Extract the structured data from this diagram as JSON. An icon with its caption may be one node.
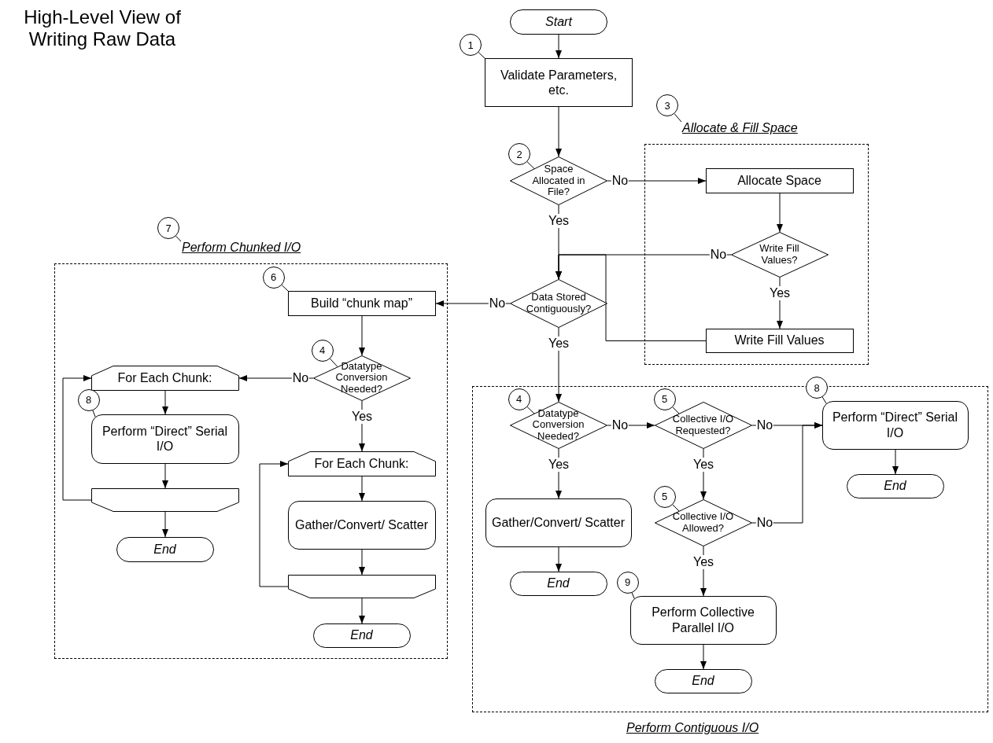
{
  "diagram": {
    "title": "High-Level View of Writing Raw Data",
    "nodes": [
      {
        "text": [
          "Start"
        ]
      },
      {
        "text": [
          "Validate Parameters, etc."
        ]
      },
      {
        "text": [
          "1"
        ]
      },
      {
        "text": [
          "Space Allocated in File?"
        ]
      },
      {
        "text": [
          "2"
        ]
      },
      {
        "text": [
          "Allocate & Fill Space"
        ]
      },
      {
        "text": [
          "3"
        ]
      },
      {
        "text": [
          "Allocate Space"
        ],
        "in": 5
      },
      {
        "text": [
          "Write Fill Values?"
        ],
        "in": 5
      },
      {
        "text": [
          "Write Fill Values"
        ],
        "in": 5
      },
      {
        "text": [
          "Data Stored Contiguously?"
        ]
      },
      {
        "text": [
          "Perform Chunked I/O"
        ]
      },
      {
        "text": [
          "7"
        ]
      },
      {
        "text": [
          "Build “chunk map”"
        ],
        "in": 11
      },
      {
        "text": [
          "6"
        ],
        "in": 11
      },
      {
        "text": [
          "Datatype Conversion Needed?"
        ],
        "in": 11
      },
      {
        "text": [
          "4"
        ],
        "in": 11
      },
      {
        "text": [
          "For Each Chunk:"
        ],
        "in": 11
      },
      {
        "text": [
          "8"
        ],
        "in": 11
      },
      {
        "text": [
          "Perform “Direct” Serial I/O"
        ],
        "in": 11
      },
      {
        "text": [],
        "shape": "trapezoid",
        "in": 11
      },
      {
        "text": [
          "End"
        ],
        "in": 11
      },
      {
        "text": [
          "For Each Chunk:"
        ],
        "in": 11
      },
      {
        "text": [
          "Gather/Convert/ Scatter"
        ],
        "in": 11
      },
      {
        "text": [],
        "shape": "trapezoid",
        "in": 11
      },
      {
        "text": [
          "End"
        ],
        "in": 11
      },
      {
        "text": [
          "Perform Contiguous I/O"
        ]
      },
      {
        "text": [
          "Datatype Conversion Needed?"
        ],
        "in": 26
      },
      {
        "text": [
          "4"
        ],
        "in": 26
      },
      {
        "text": [
          "Collective I/O Requested?"
        ],
        "in": 26
      },
      {
        "text": [
          "5"
        ],
        "in": 26
      },
      {
        "text": [
          "Perform “Direct” Serial I/O"
        ],
        "in": 26
      },
      {
        "text": [
          "8"
        ]
      },
      {
        "text": [
          "End"
        ],
        "in": 26
      },
      {
        "text": [
          "Collective I/O Allowed?"
        ],
        "in": 26
      },
      {
        "text": [
          "5"
        ],
        "in": 26
      },
      {
        "text": [
          "Gather/Convert/ Scatter"
        ],
        "in": 26
      },
      {
        "text": [
          "End"
        ],
        "in": 26
      },
      {
        "text": [
          "Perform Collective Parallel I/O"
        ],
        "in": 26
      },
      {
        "text": [
          "9"
        ],
        "in": 26
      },
      {
        "text": [
          "End"
        ],
        "in": 26
      }
    ],
    "edges": [
      {
        "from": 0,
        "to": 1,
        "arrow": "to"
      },
      {
        "from": 1,
        "to": 3,
        "arrow": "to"
      },
      {
        "from": 3,
        "to": 7,
        "arrow": "to",
        "label": "No"
      },
      {
        "from": 3,
        "to": 10,
        "arrow": "to",
        "label": "Yes"
      },
      {
        "from": 7,
        "to": 8,
        "arrow": "to"
      },
      {
        "from": 8,
        "to": 10,
        "arrow": "to",
        "label": "No"
      },
      {
        "from": 8,
        "to": 9,
        "arrow": "to",
        "label": "Yes"
      },
      {
        "from": 9,
        "to": 10,
        "arrow": "to"
      },
      {
        "from": 10,
        "to": 13,
        "arrow": "to",
        "label": "No"
      },
      {
        "from": 10,
        "to": 27,
        "arrow": "to",
        "label": "Yes"
      },
      {
        "from": 13,
        "to": 15,
        "arrow": "to"
      },
      {
        "from": 15,
        "to": 17,
        "arrow": "to",
        "label": "No"
      },
      {
        "from": 15,
        "to": 22,
        "arrow": "to",
        "label": "Yes"
      },
      {
        "from": 17,
        "to": 19,
        "arrow": "to"
      },
      {
        "from": 19,
        "to": 20,
        "arrow": "to"
      },
      {
        "from": 20,
        "to": 17,
        "arrow": "to"
      },
      {
        "from": 20,
        "to": 21,
        "arrow": "to"
      },
      {
        "from": 22,
        "to": 23,
        "arrow": "to"
      },
      {
        "from": 23,
        "to": 24,
        "arrow": "to"
      },
      {
        "from": 24,
        "to": 22,
        "arrow": "to"
      },
      {
        "from": 24,
        "to": 25,
        "arrow": "to"
      },
      {
        "from": 27,
        "to": 29,
        "arrow": "to",
        "label": "No"
      },
      {
        "from": 27,
        "to": 36,
        "arrow": "to",
        "label": "Yes"
      },
      {
        "from": 36,
        "to": 37,
        "arrow": "to"
      },
      {
        "from": 29,
        "to": 31,
        "arrow": "to",
        "label": "No"
      },
      {
        "from": 29,
        "to": 34,
        "arrow": "to",
        "label": "Yes"
      },
      {
        "from": 34,
        "to": 31,
        "arrow": "to",
        "label": "No"
      },
      {
        "from": 34,
        "to": 38,
        "arrow": "to",
        "label": "Yes"
      },
      {
        "from": 38,
        "to": 40,
        "arrow": "to"
      },
      {
        "from": 31,
        "to": 33,
        "arrow": "to"
      },
      {
        "from": 2,
        "to": 1,
        "arrow": "none"
      },
      {
        "from": 4,
        "to": 3,
        "arrow": "none"
      },
      {
        "from": 6,
        "to": 5,
        "arrow": "none"
      },
      {
        "from": 12,
        "to": 11,
        "arrow": "none"
      },
      {
        "from": 14,
        "to": 13,
        "arrow": "none"
      },
      {
        "from": 16,
        "to": 15,
        "arrow": "none"
      },
      {
        "from": 18,
        "to": 19,
        "arrow": "none"
      },
      {
        "from": 28,
        "to": 27,
        "arrow": "none"
      },
      {
        "from": 30,
        "to": 29,
        "arrow": "none"
      },
      {
        "from": 32,
        "to": 31,
        "arrow": "none"
      },
      {
        "from": 35,
        "to": 34,
        "arrow": "none"
      },
      {
        "from": 39,
        "to": 38,
        "arrow": "none"
      }
    ]
  }
}
